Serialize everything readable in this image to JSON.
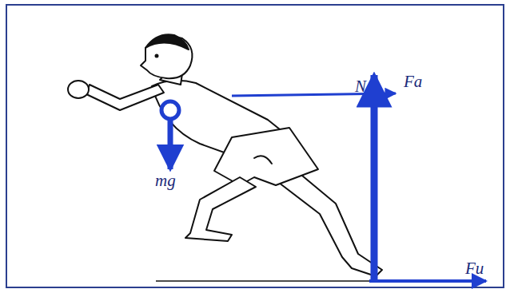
{
  "diagram": {
    "labels": [
      "Fa",
      "N",
      "mg",
      "Fu"
    ]
  }
}
